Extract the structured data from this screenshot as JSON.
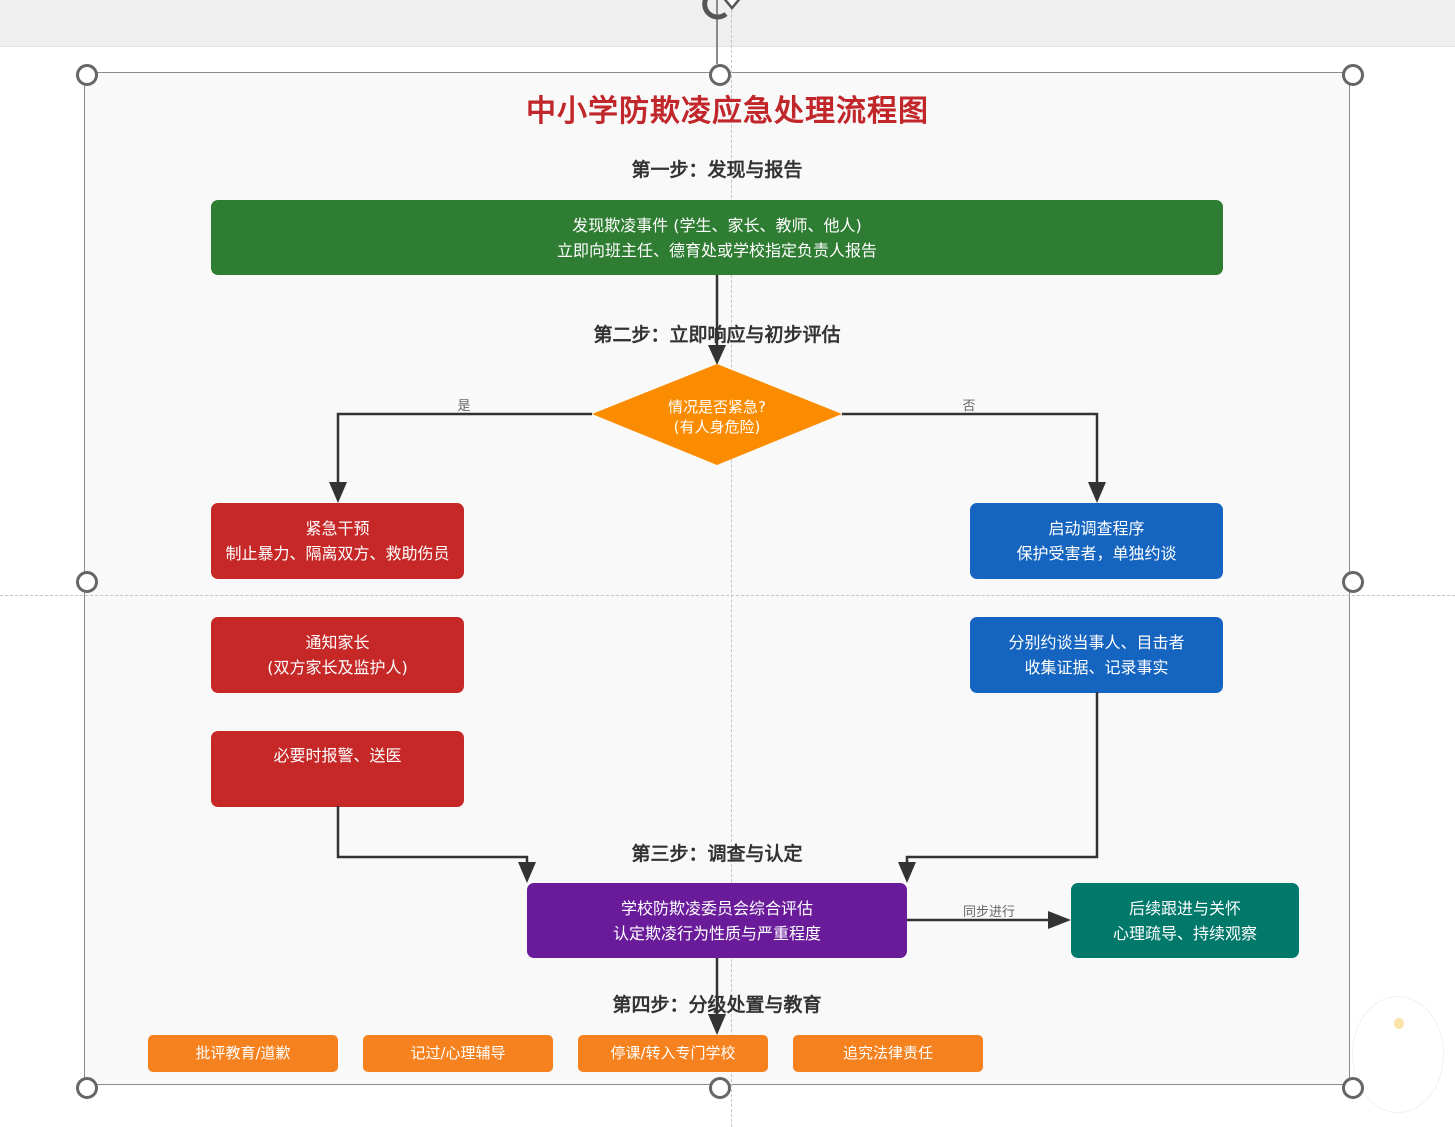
{
  "diagram": {
    "title": "中小学防欺凌应急处理流程图",
    "steps": {
      "step1": "第一步：发现与报告",
      "step2": "第二步：立即响应与初步评估",
      "step3": "第三步：调查与认定",
      "step4": "第四步：分级处置与教育"
    },
    "nodes": {
      "discover": {
        "line1": "发现欺凌事件 (学生、家长、教师、他人)",
        "line2": "立即向班主任、德育处或学校指定负责人报告",
        "color": "#2e7d32"
      },
      "decision": {
        "line1": "情况是否紧急?",
        "line2": "(有人身危险)",
        "color": "#fb8c00"
      },
      "emergency": {
        "line1": "紧急干预",
        "line2": "制止暴力、隔离双方、救助伤员",
        "color": "#c62828"
      },
      "notify_parents": {
        "line1": "通知家长",
        "line2": "(双方家长及监护人)",
        "color": "#c62828"
      },
      "police_medical": {
        "line1": "必要时报警、送医",
        "color": "#c62828"
      },
      "start_investigation": {
        "line1": "启动调查程序",
        "line2": "保护受害者，单独约谈",
        "color": "#1565c0"
      },
      "interview": {
        "line1": "分别约谈当事人、目击者",
        "line2": "收集证据、记录事实",
        "color": "#1565c0"
      },
      "committee": {
        "line1": "学校防欺凌委员会综合评估",
        "line2": "认定欺凌行为性质与严重程度",
        "color": "#6a1b9a"
      },
      "followup": {
        "line1": "后续跟进与关怀",
        "line2": "心理疏导、持续观察",
        "color": "#00796b"
      },
      "outcomes": [
        {
          "label": "批评教育/道歉"
        },
        {
          "label": "记过/心理辅导"
        },
        {
          "label": "停课/转入专门学校"
        },
        {
          "label": "追究法律责任"
        }
      ]
    },
    "edge_labels": {
      "yes": "是",
      "no": "否",
      "parallel": "同步进行"
    }
  }
}
